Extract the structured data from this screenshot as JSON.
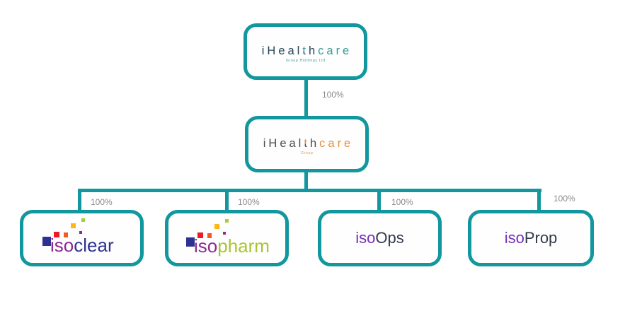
{
  "theme": {
    "colors": {
      "teal": "#12979e",
      "label_grey": "#8a8a8a",
      "ihc_navy": "#26455b",
      "ihc_teal": "#379b96",
      "ihc_grey": "#4b4a4c",
      "ihc_orange": "#e78f3d",
      "iso_purple": "#8e2a8f",
      "isoclear_blue": "#2e3192",
      "isopharm_lime": "#a9c434",
      "ops_purple": "#7430b8",
      "ops_dark": "#303b4b",
      "sq_navy": "#2e3192",
      "sq_red": "#ec1c24",
      "sq_orange": "#f15a22",
      "sq_yellow": "#fdb813",
      "sq_purple": "#92278f",
      "sq_lime": "#a6ce39"
    }
  },
  "nodes": {
    "holding": {
      "logo_parts": [
        {
          "t": "iHeal"
        },
        {
          "t": "t"
        },
        {
          "t": "h"
        },
        {
          "t": "care"
        }
      ],
      "subtitle": "Group Holdings Ltd"
    },
    "group": {
      "logo_parts": [
        {
          "t": "iHeal"
        },
        {
          "t": "t"
        },
        {
          "t": "h"
        },
        {
          "t": "care"
        }
      ],
      "subtitle": "Group"
    },
    "isoclear": {
      "parts": [
        {
          "t": "iso"
        },
        {
          "t": "clear"
        }
      ]
    },
    "isopharm": {
      "parts": [
        {
          "t": "iso"
        },
        {
          "t": "pharm"
        }
      ]
    },
    "isoops": {
      "parts": [
        {
          "t": "iso"
        },
        {
          "t": "Ops"
        }
      ]
    },
    "isoprop": {
      "parts": [
        {
          "t": "iso"
        },
        {
          "t": "Prop"
        }
      ]
    }
  },
  "edges": [
    {
      "from": "holding",
      "to": "group",
      "label": "100%"
    },
    {
      "from": "group",
      "to": "isoclear",
      "label": "100%"
    },
    {
      "from": "group",
      "to": "isopharm",
      "label": "100%"
    },
    {
      "from": "group",
      "to": "isoOps",
      "label": "100%"
    },
    {
      "from": "group",
      "to": "isoProp",
      "label": "100%"
    }
  ]
}
